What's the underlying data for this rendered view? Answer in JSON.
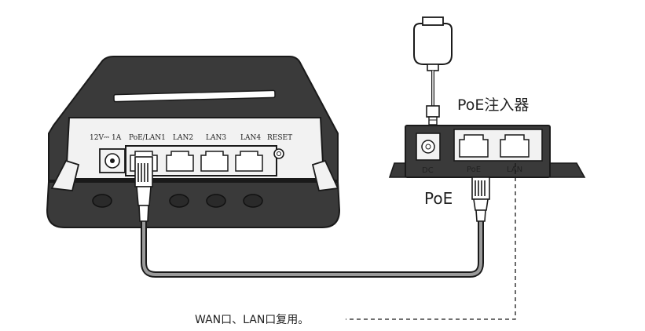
{
  "device": {
    "ports": {
      "dc": "12V⎓ 1A",
      "poe_lan1": "PoE/LAN1",
      "lan2": "LAN2",
      "lan3": "LAN3",
      "lan4": "LAN4",
      "reset": "RESET"
    }
  },
  "injector": {
    "title": "PoE注入器",
    "dc_label": "DC",
    "poe_label": "PoE",
    "lan_label": "LAN"
  },
  "cable": {
    "poe_tag": "PoE"
  },
  "note": {
    "text": "WAN口、LAN口复用。"
  },
  "colors": {
    "device_body": "#3a3a3a",
    "device_outline": "#1a1a1a",
    "panel": "#f2f2f2",
    "cable": "#9a9a9a",
    "injector": "#3a3a3a"
  }
}
